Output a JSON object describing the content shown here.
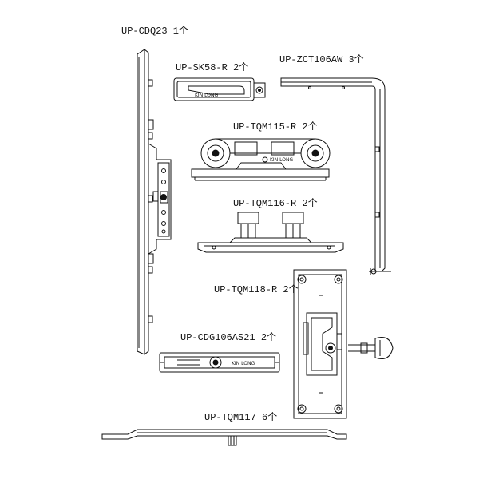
{
  "labels": {
    "cdq23": "UP-CDQ23 1个",
    "sk58": "UP-SK58-R 2个",
    "zct106aw": "UP-ZCT106AW 3个",
    "tqm115": "UP-TQM115-R 2个",
    "tqm116": "UP-TQM116-R 2个",
    "tqm118": "UP-TQM118-R 2个",
    "cdg106as21": "UP-CDG106AS21 2个",
    "tqm117": "UP-TQM117 6个"
  },
  "logo_text": "KIN LONG"
}
